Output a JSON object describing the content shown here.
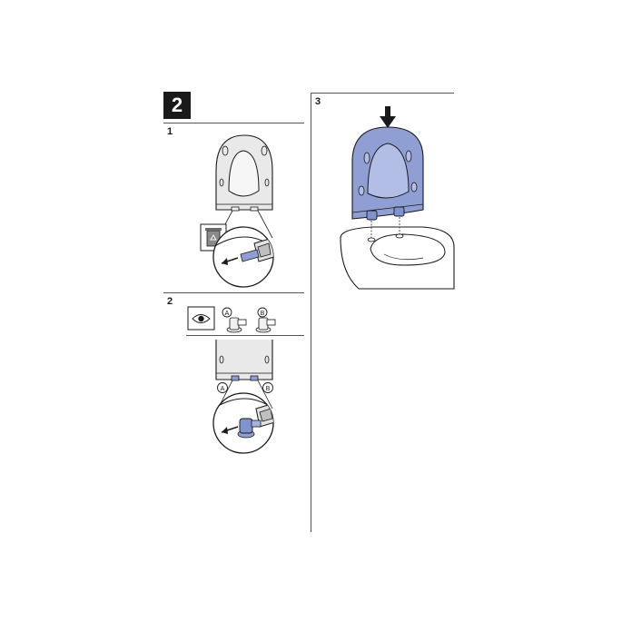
{
  "step_number": "2",
  "panels": [
    {
      "label": "1"
    },
    {
      "label": "2"
    },
    {
      "label": "3"
    }
  ],
  "callouts": {
    "a": "A",
    "b": "B"
  },
  "colors": {
    "seat_blue": "#8f9fd4",
    "seat_gray": "#e6e6e6",
    "outline": "#1a1a1a",
    "hinge_blue": "#7f93cf"
  },
  "icons": [
    "recycle-bin-icon",
    "eye-icon",
    "arrow-down-icon"
  ]
}
